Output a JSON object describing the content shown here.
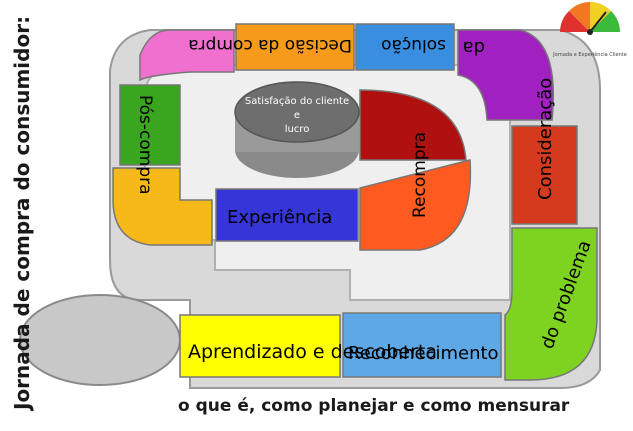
{
  "title": "Jornada de compra do consumidor:",
  "subtitle": "o que é, como planejar e como mensurar",
  "logo": {
    "caption": "Jornada e Experiência Cliente"
  },
  "steps": [
    {
      "id": "aprendizado",
      "label": "Aprendizado e descoberta",
      "color": "#ffff00"
    },
    {
      "id": "reconhecimento",
      "label": "Reconhecimento",
      "color": "#5fa8e6"
    },
    {
      "id": "problema",
      "label": "do problema",
      "color": "#7ed321"
    },
    {
      "id": "consideracao",
      "label": "Consideração",
      "color": "#d63a1e"
    },
    {
      "id": "consideracao-da",
      "label": "da",
      "color": "#a020c0"
    },
    {
      "id": "solucao",
      "label": "solução",
      "color": "#3a8ee0"
    },
    {
      "id": "decisao",
      "label": "Decisão da compra",
      "color": "#f59a1a"
    },
    {
      "id": "pos-compra",
      "label": "Pós-compra",
      "color": "#3aa620"
    },
    {
      "id": "experiencia",
      "label": "Experiência",
      "color": "#3535d8"
    },
    {
      "id": "recompra",
      "label": "Recompra",
      "color": "#ff5a20"
    },
    {
      "id": "satisfacao",
      "label": "Satisfação do cliente e lucro",
      "color": "#555555"
    }
  ],
  "center": {
    "line1": "Satisfação do cliente",
    "line2": "e",
    "line3": "lucro"
  }
}
